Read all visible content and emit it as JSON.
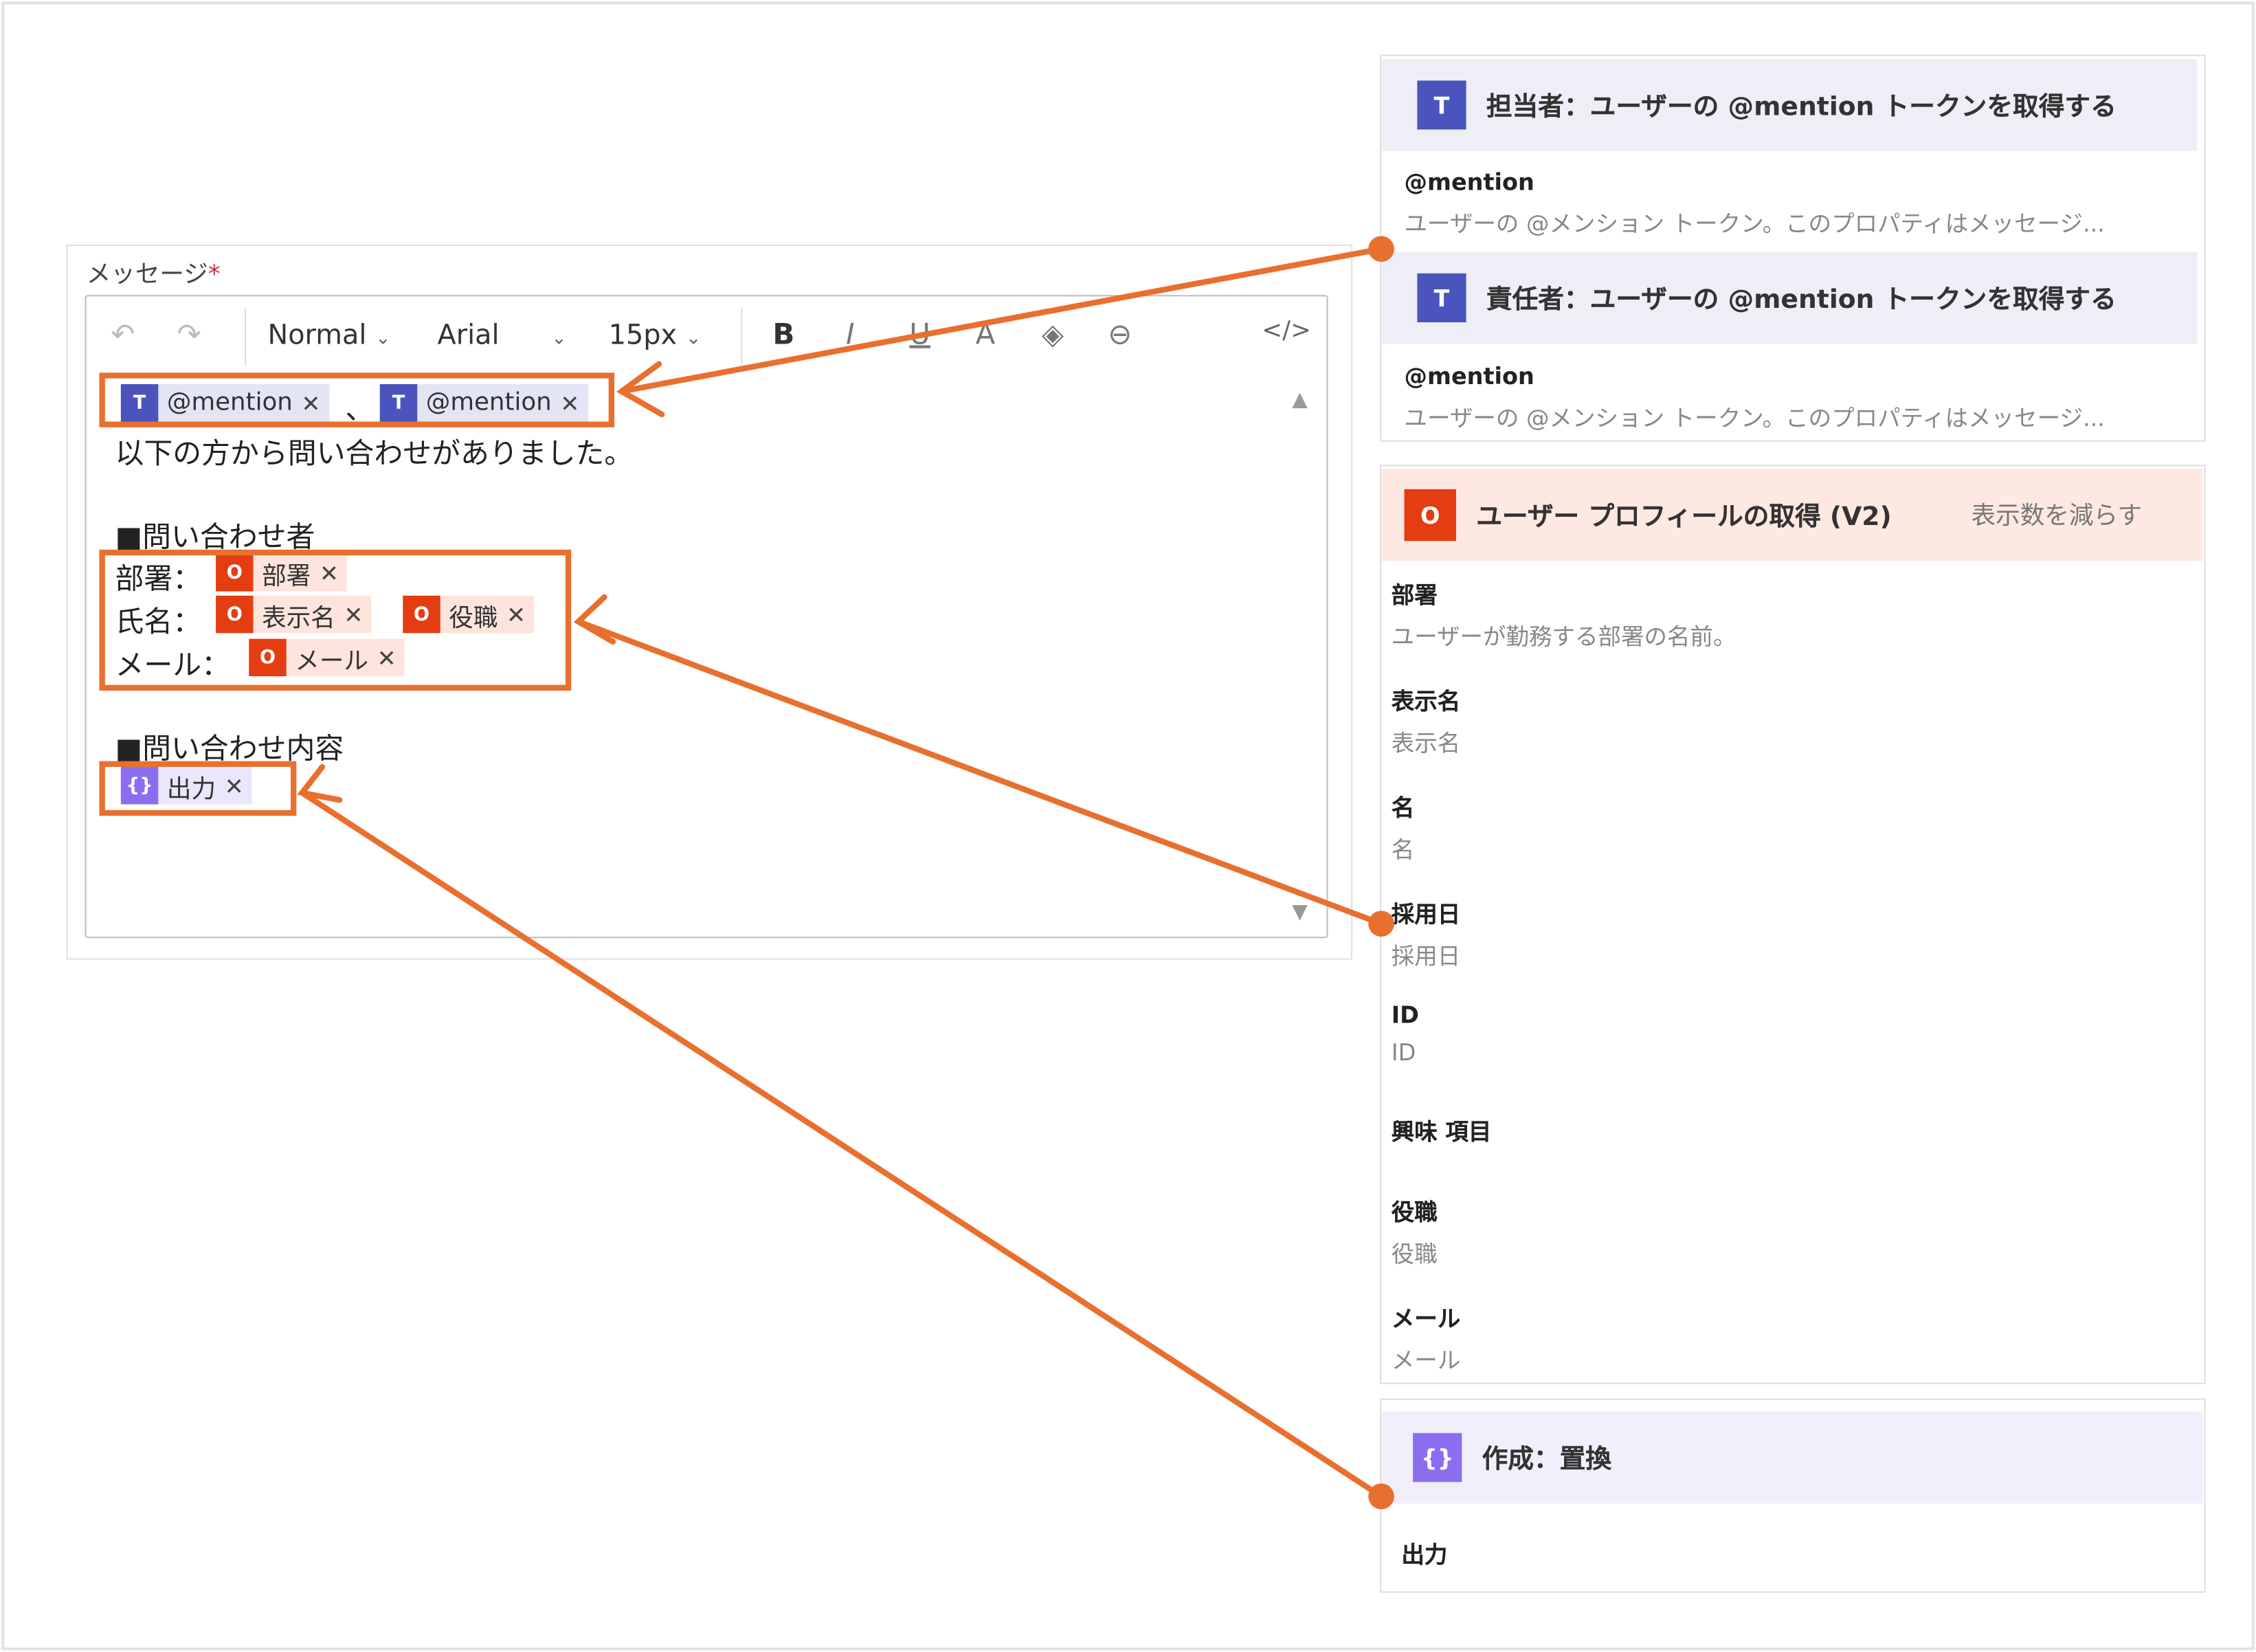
{
  "editor": {
    "label": "メッセージ",
    "required_mark": "*",
    "toolbar": {
      "style": "Normal",
      "font": "Arial",
      "size": "15px"
    },
    "mention_separator": "、",
    "line1": "以下の方から問い合わせがありました。",
    "section1": "■問い合わせ者",
    "row_dept": "部署：",
    "row_name": "氏名：",
    "row_mail": "メール：",
    "section2": "■問い合わせ内容",
    "tokens": {
      "mention": "@mention",
      "dept": "部署",
      "display_name": "表示名",
      "job_title": "役職",
      "mail": "メール",
      "output": "出力"
    }
  },
  "panels": {
    "teams1": {
      "title": "担当者：ユーザーの @mention トークンを取得する",
      "prop": "@mention",
      "desc": "ユーザーの @メンション トークン。このプロパティはメッセージ..."
    },
    "teams2": {
      "title": "責任者：ユーザーの @mention トークンを取得する",
      "prop": "@mention",
      "desc": "ユーザーの @メンション トークン。このプロパティはメッセージ..."
    },
    "profile": {
      "title": "ユーザー プロフィールの取得 (V2)",
      "toggle": "表示数を減らす",
      "items": [
        {
          "name": "部署",
          "desc": "ユーザーが勤務する部署の名前。"
        },
        {
          "name": "表示名",
          "desc": "表示名"
        },
        {
          "name": "名",
          "desc": "名"
        },
        {
          "name": "採用日",
          "desc": "採用日"
        },
        {
          "name": "ID",
          "desc": "ID"
        },
        {
          "name": "興味 項目",
          "desc": ""
        },
        {
          "name": "役職",
          "desc": "役職"
        },
        {
          "name": "メール",
          "desc": "メール"
        }
      ]
    },
    "compose": {
      "title": "作成：置換",
      "prop": "出力"
    }
  },
  "colors": {
    "annotation": "#e8702f",
    "teams": "#4b53bc",
    "office": "#e43d12",
    "compose": "#8b6ef0"
  }
}
